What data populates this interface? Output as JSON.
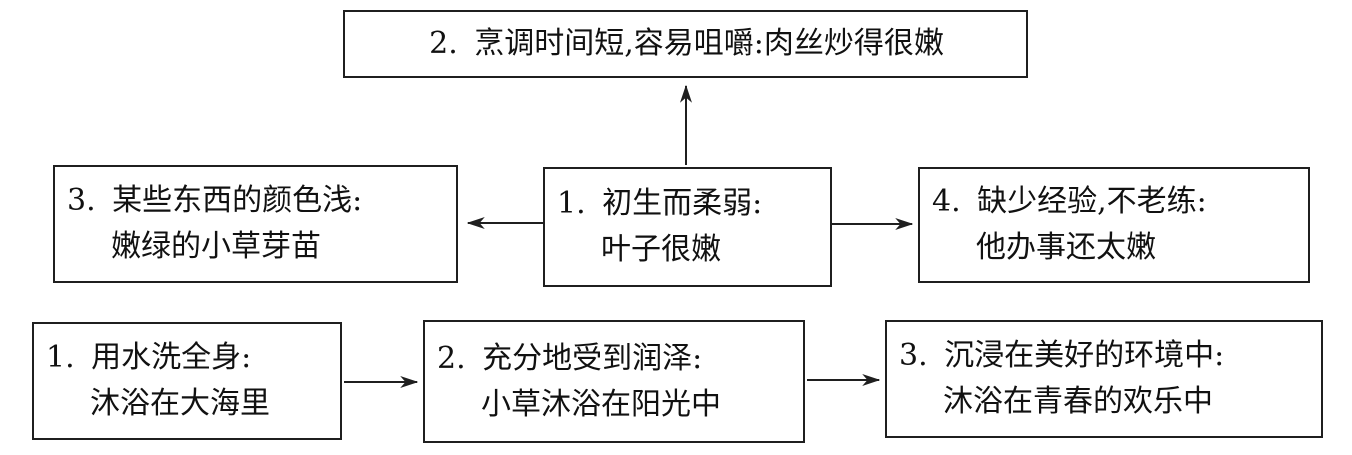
{
  "colors": {
    "line": "#1f1f1f",
    "text": "#111111",
    "background": "#ffffff"
  },
  "nen": {
    "sense1": {
      "num": "1.",
      "def": "初生而柔弱:",
      "example": "叶子很嫩"
    },
    "sense2": {
      "num": "2.",
      "def": "烹调时间短,容易咀嚼:肉丝炒得很嫩"
    },
    "sense3": {
      "num": "3.",
      "def": "某些东西的颜色浅:",
      "example": "嫩绿的小草芽苗"
    },
    "sense4": {
      "num": "4.",
      "def": "缺少经验,不老练:",
      "example": "他办事还太嫩"
    }
  },
  "muyu": {
    "sense1": {
      "num": "1.",
      "def": "用水洗全身:",
      "example": "沐浴在大海里"
    },
    "sense2": {
      "num": "2.",
      "def": "充分地受到润泽:",
      "example": "小草沐浴在阳光中"
    },
    "sense3": {
      "num": "3.",
      "def": "沉浸在美好的环境中:",
      "example": "沐浴在青春的欢乐中"
    }
  }
}
